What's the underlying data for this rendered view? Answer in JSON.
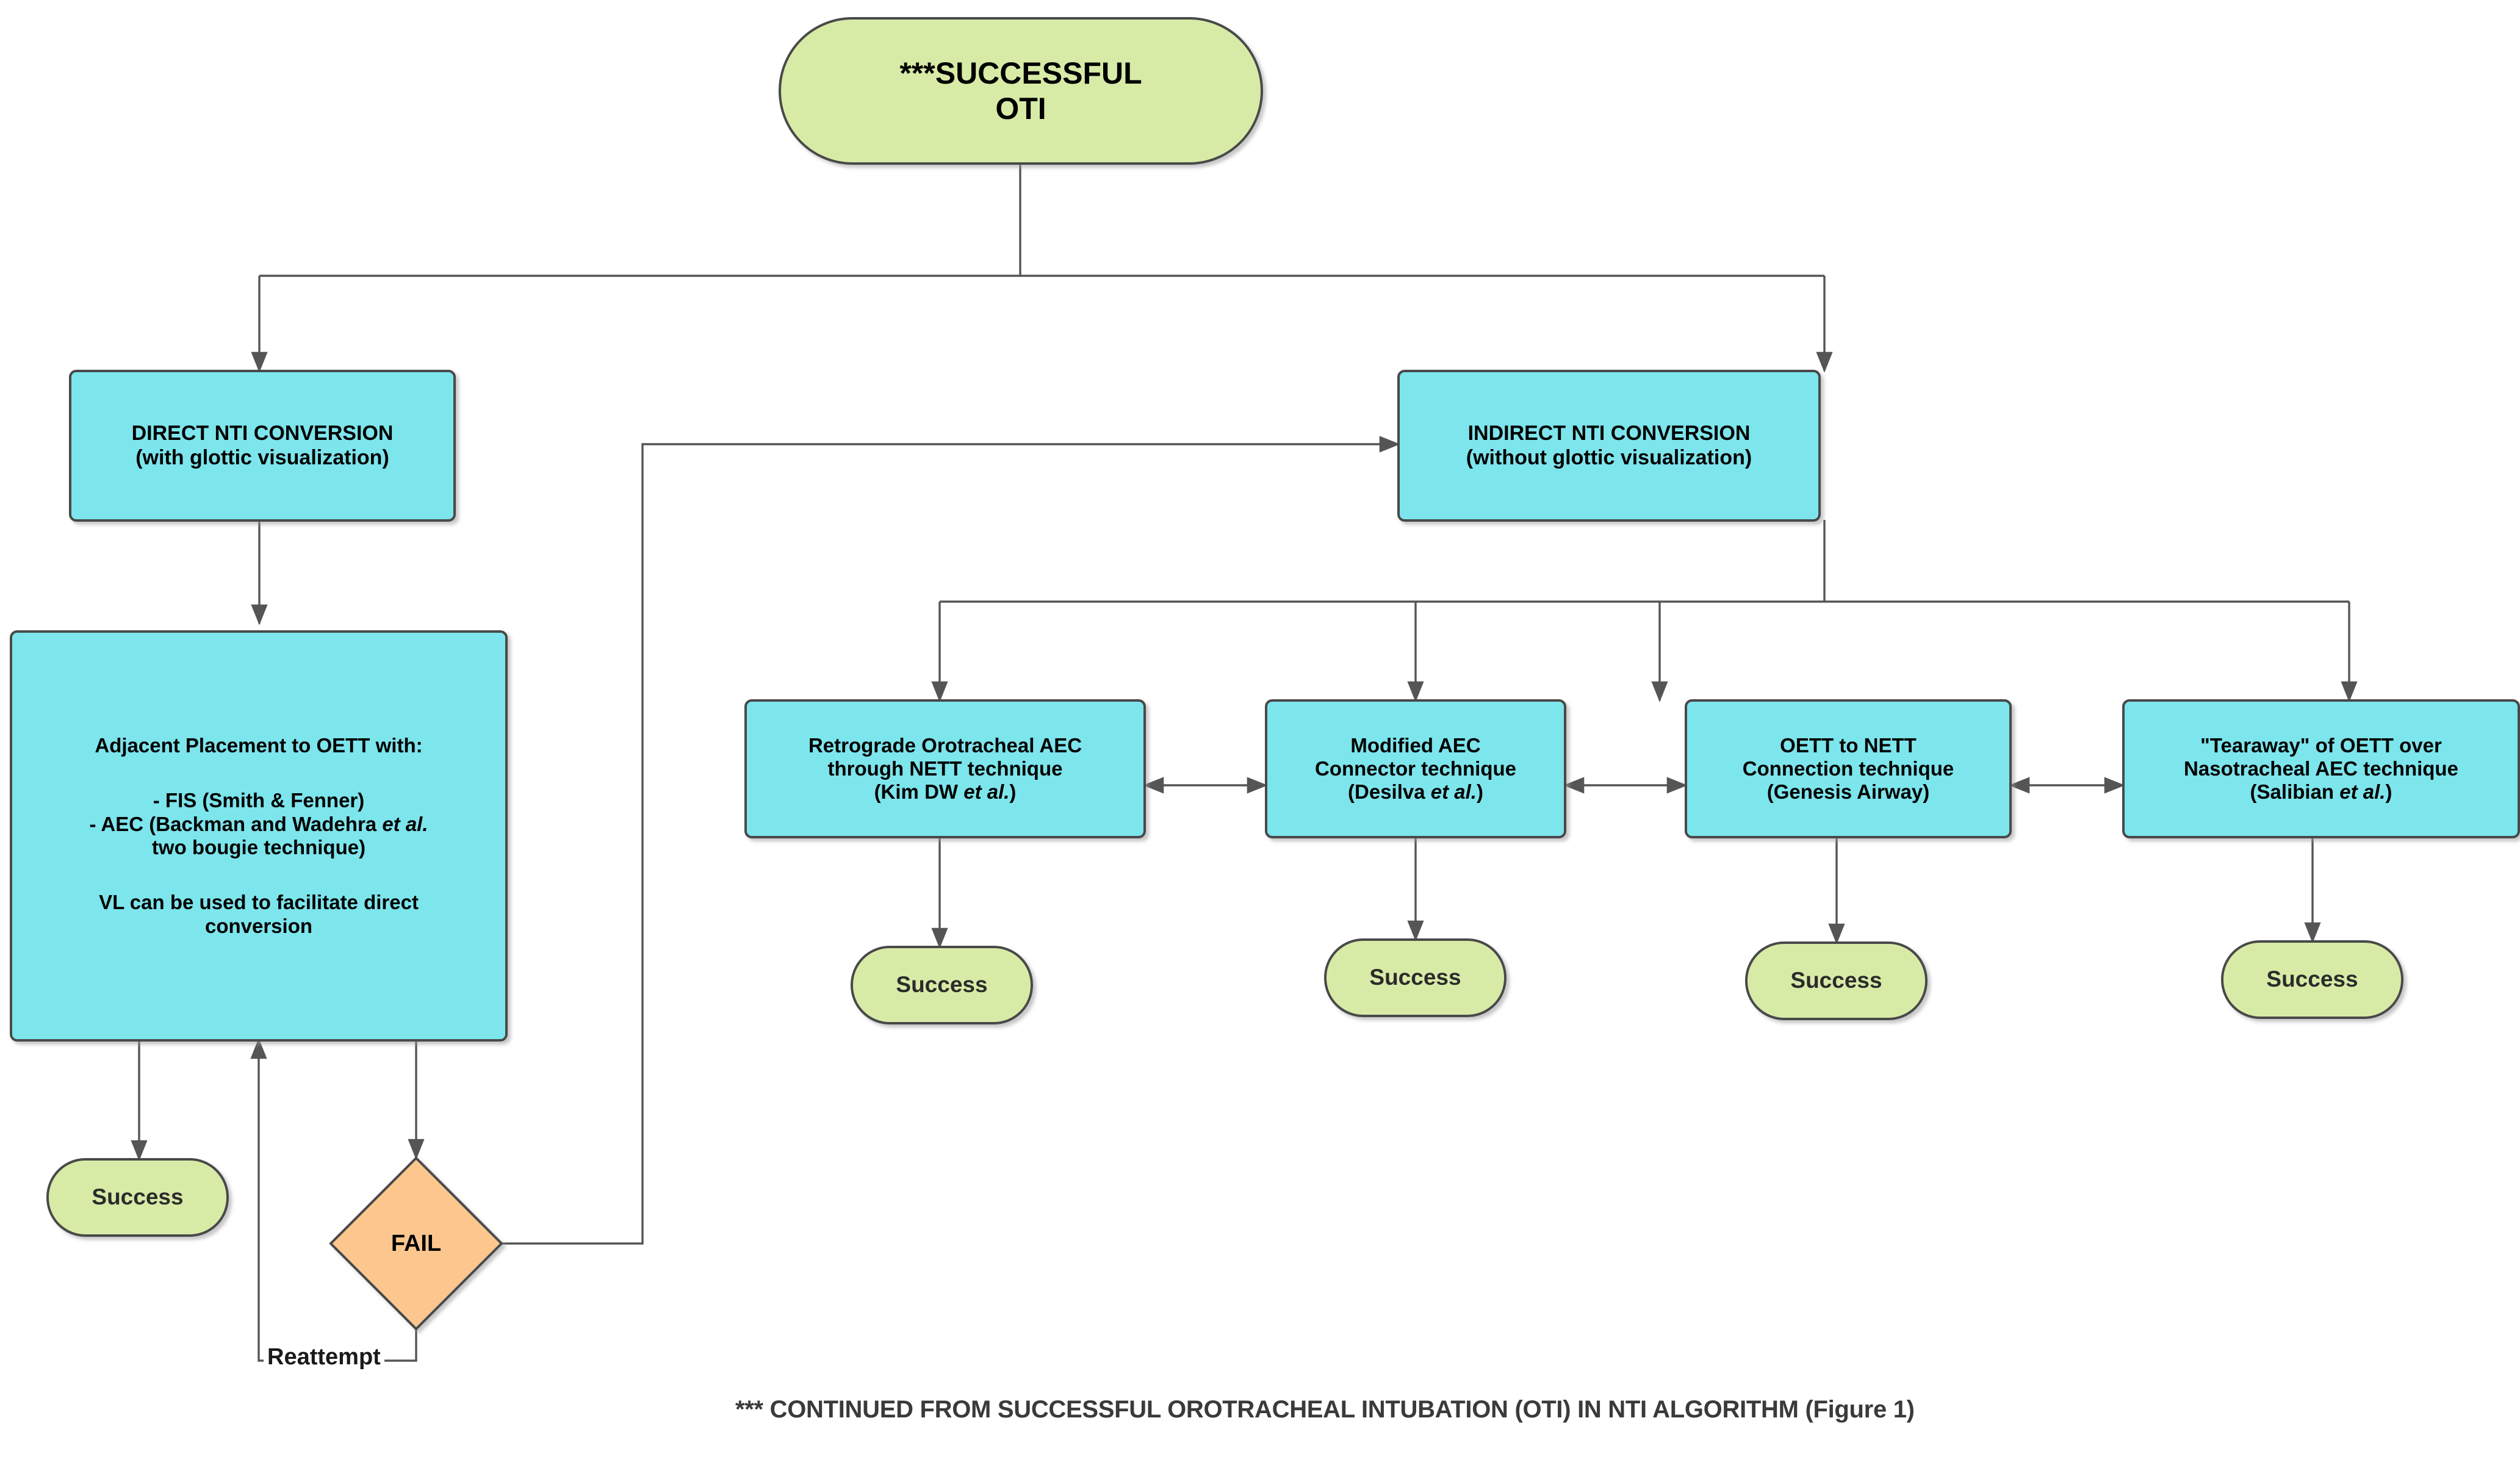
{
  "colors": {
    "terminator_fill": "#d7eba7",
    "process_fill": "#7de5ec",
    "decision_fill": "#fcc78e",
    "stroke": "#4a4a4a",
    "connector": "#555555",
    "text_dark": "#2b2b2b",
    "text_black": "#000000",
    "footer_text": "#3a3a3a",
    "background": "#ffffff"
  },
  "nodes": {
    "start": {
      "id": "successful-oti",
      "shape": "terminator",
      "text": "***SUCCESSFUL\nOTI"
    },
    "direct": {
      "id": "direct-nti-conversion",
      "shape": "process",
      "text": "DIRECT NTI CONVERSION\n(with glottic visualization)"
    },
    "indirect": {
      "id": "indirect-nti-conversion",
      "shape": "process",
      "text": "INDIRECT NTI CONVERSION\n(without glottic visualization)"
    },
    "adjacent": {
      "id": "adjacent-placement",
      "shape": "process",
      "lines": [
        "Adjacent Placement to OETT with:",
        "",
        "- FIS (Smith & Fenner)",
        "- AEC (Backman and Wadehra et al.",
        "two bougie technique)",
        "",
        "VL can be used to facilitate direct",
        "conversion"
      ]
    },
    "fail": {
      "id": "fail-decision",
      "shape": "decision",
      "text": "FAIL"
    },
    "techniques": [
      {
        "id": "retrograde-orotracheal-aec",
        "shape": "process",
        "text": "Retrograde Orotracheal AEC\nthrough NETT technique\n(Kim DW et al.)"
      },
      {
        "id": "modified-aec-connector",
        "shape": "process",
        "text": "Modified AEC\nConnector technique\n(Desilva et al.)"
      },
      {
        "id": "oett-to-nett-connection",
        "shape": "process",
        "text": "OETT to NETT\nConnection technique\n(Genesis Airway)"
      },
      {
        "id": "tearaway-of-oett",
        "shape": "process",
        "text": "\"Tearaway\" of OETT over\nNasotracheal AEC technique\n(Salibian et al.)"
      }
    ],
    "success_nodes": [
      {
        "id": "success-direct",
        "shape": "terminator",
        "text": "Success"
      },
      {
        "id": "success-retrograde",
        "shape": "terminator",
        "text": "Success"
      },
      {
        "id": "success-modified-aec",
        "shape": "terminator",
        "text": "Success"
      },
      {
        "id": "success-oett-nett",
        "shape": "terminator",
        "text": "Success"
      },
      {
        "id": "success-tearaway",
        "shape": "terminator",
        "text": "Success"
      }
    ]
  },
  "edge_labels": {
    "reattempt": "Reattempt"
  },
  "footer": {
    "text": "*** CONTINUED FROM SUCCESSFUL OROTRACHEAL INTUBATION (OTI) IN NTI ALGORITHM (Figure 1)"
  }
}
